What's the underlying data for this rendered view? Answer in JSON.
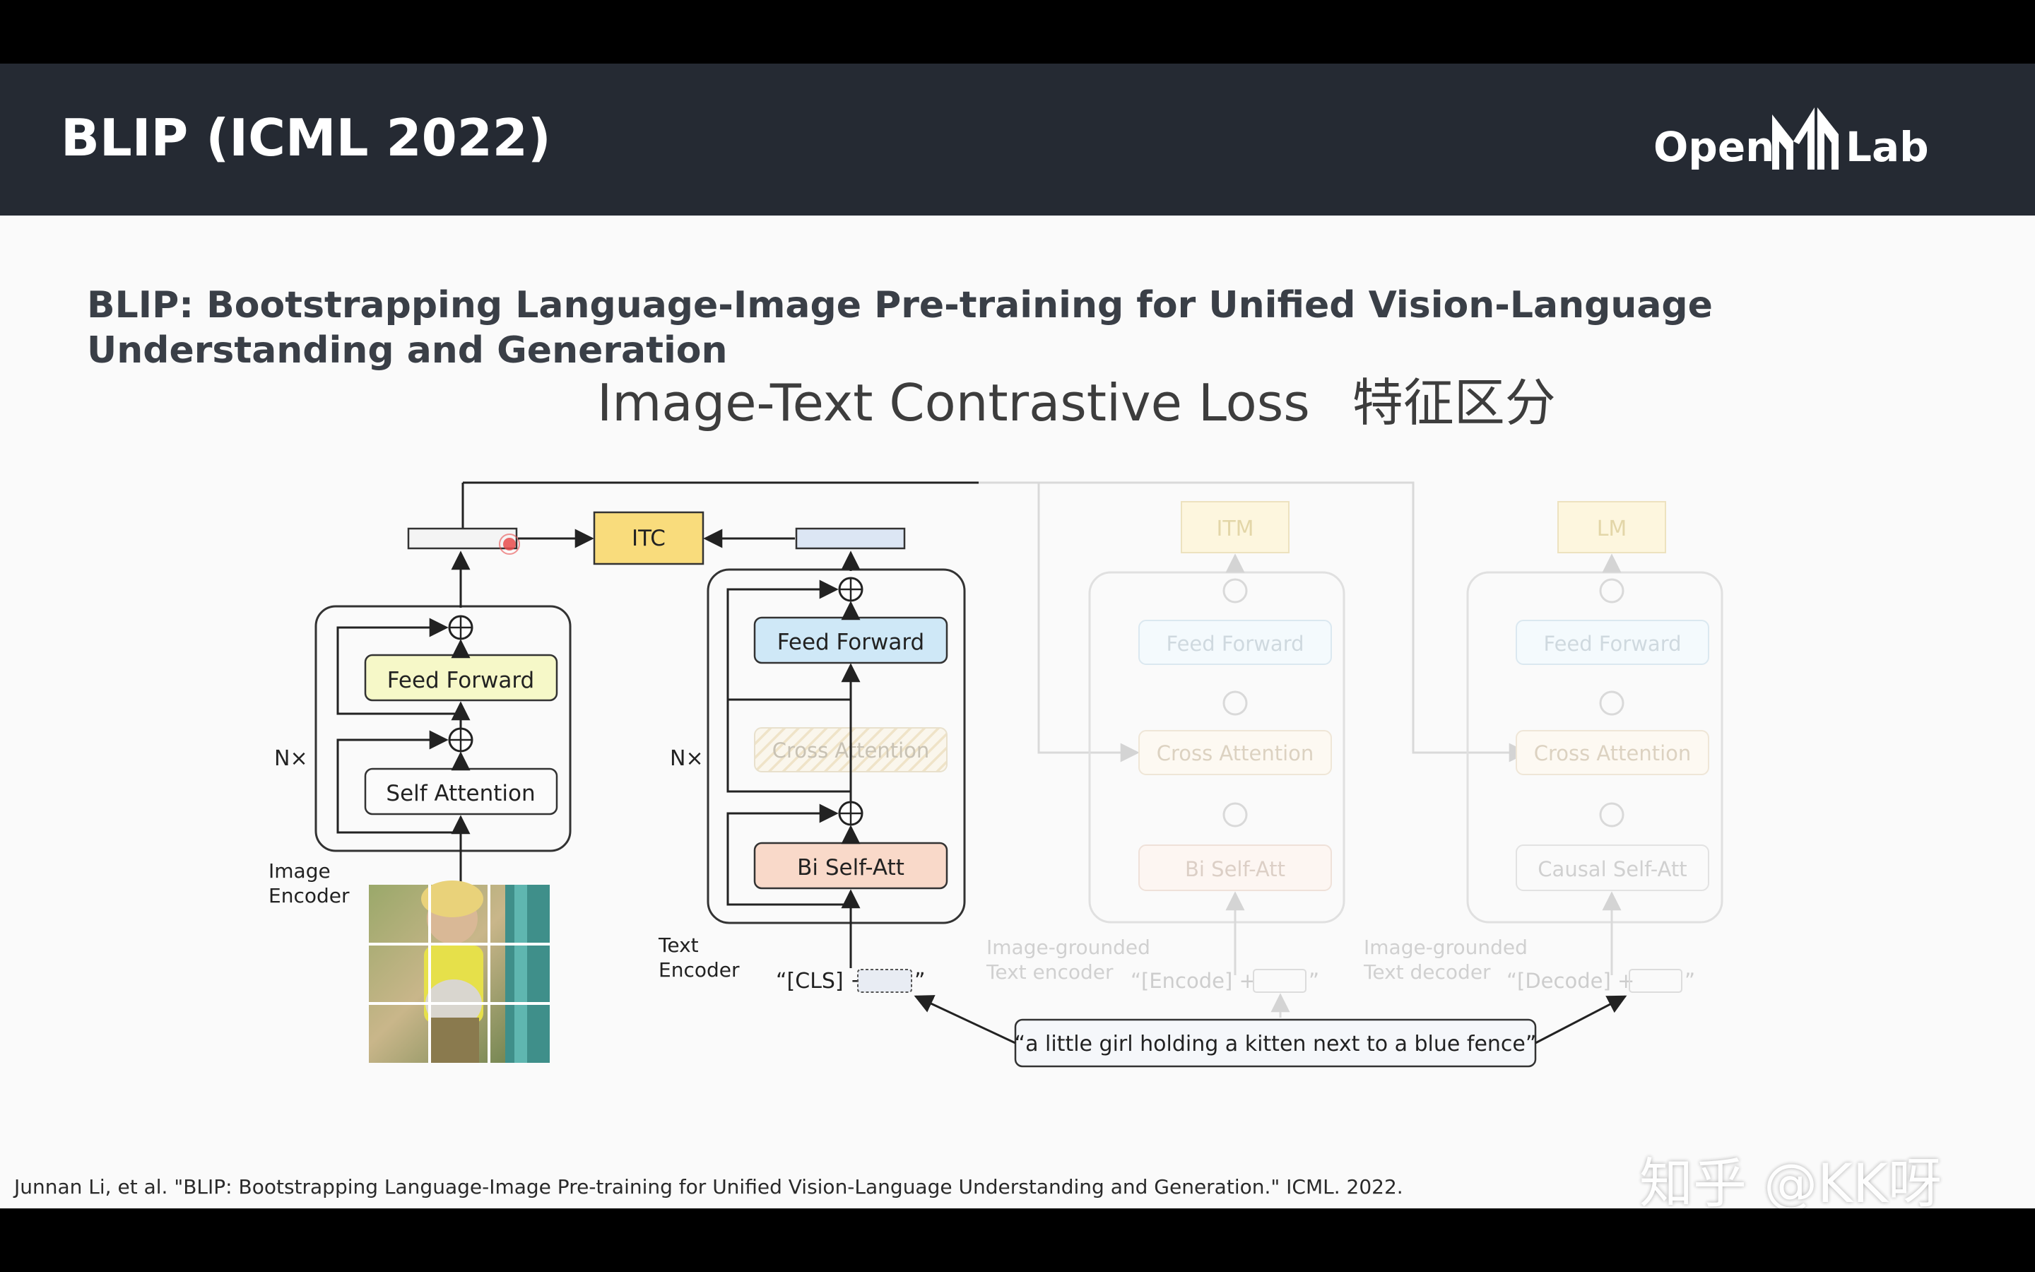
{
  "header": {
    "title": "BLIP (ICML 2022)",
    "logo": {
      "text_left": "Open",
      "text_right": "Lab"
    }
  },
  "paper_title": "BLIP: Bootstrapping Language-Image Pre-training for Unified Vision-Language Understanding and Generation",
  "section_title": {
    "english": "Image-Text Contrastive Loss",
    "chinese": "特征区分"
  },
  "diagram": {
    "image_encoder": {
      "caption_line1": "Image",
      "caption_line2": "Encoder",
      "repeat_label": "N×",
      "feed_forward": "Feed Forward",
      "self_attention": "Self Attention"
    },
    "itc_label": "ITC",
    "text_encoder": {
      "caption_line1": "Text",
      "caption_line2": "Encoder",
      "repeat_label": "N×",
      "feed_forward": "Feed Forward",
      "cross_attention": "Cross Attention",
      "bi_self_att": "Bi Self-Att",
      "input_prefix": "“[CLS] +",
      "input_suffix": "”"
    },
    "image_grounded_encoder": {
      "head": "ITM",
      "caption_line1": "Image-grounded",
      "caption_line2": "Text encoder",
      "feed_forward": "Feed Forward",
      "cross_attention": "Cross Attention",
      "bi_self_att": "Bi Self-Att",
      "input_prefix": "“[Encode] +",
      "input_suffix": "”"
    },
    "image_grounded_decoder": {
      "head": "LM",
      "caption_line1": "Image-grounded",
      "caption_line2": "Text decoder",
      "feed_forward": "Feed Forward",
      "cross_attention": "Cross Attention",
      "causal_self_att": "Causal Self-Att",
      "input_prefix": "“[Decode] +",
      "input_suffix": "”"
    },
    "caption_text": "“a little girl holding a kitten next to a blue fence”"
  },
  "citation": "Junnan Li, et al. \"BLIP: Bootstrapping Language-Image Pre-training for Unified Vision-Language Understanding and Generation.\" ICML. 2022.",
  "watermark": "知乎 @KK呀",
  "colors": {
    "header_bg": "#252a33",
    "feed_forward_yellow": "#f6f8c8",
    "feed_forward_blue": "#cfe8f7",
    "bi_self_att": "#f9d9c9",
    "itc": "#f9dc7c",
    "text_embed": "#dce6f4"
  }
}
